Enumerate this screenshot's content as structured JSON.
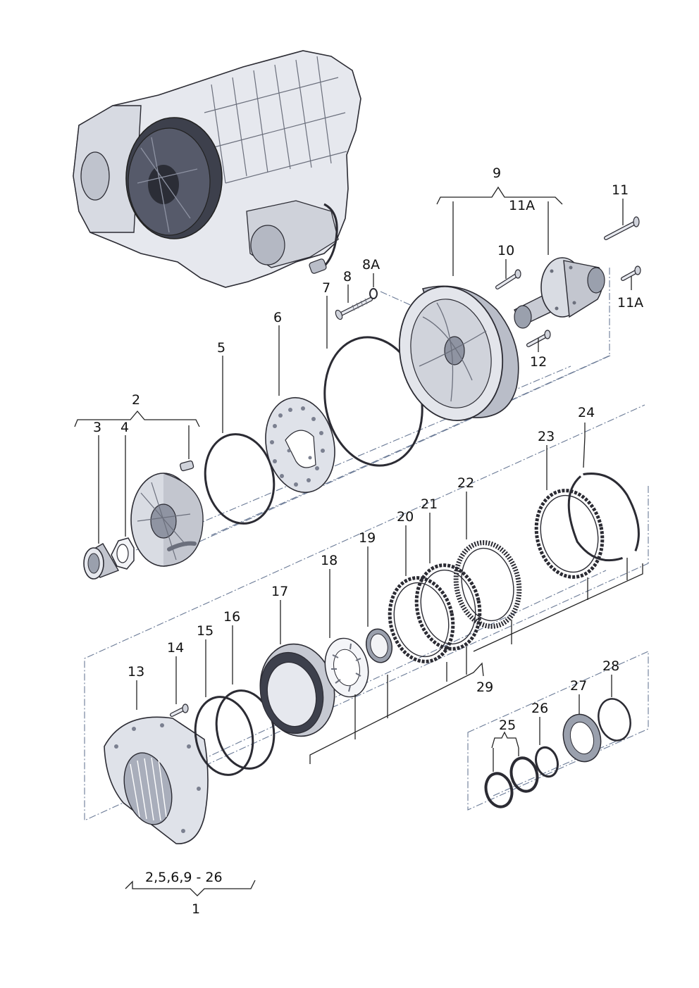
{
  "diagram": {
    "callouts": [
      {
        "id": "1",
        "label": "1"
      },
      {
        "id": "2",
        "label": "2"
      },
      {
        "id": "3",
        "label": "3"
      },
      {
        "id": "4",
        "label": "4"
      },
      {
        "id": "5",
        "label": "5"
      },
      {
        "id": "6",
        "label": "6"
      },
      {
        "id": "7",
        "label": "7"
      },
      {
        "id": "8",
        "label": "8"
      },
      {
        "id": "8A",
        "label": "8A"
      },
      {
        "id": "9",
        "label": "9"
      },
      {
        "id": "10",
        "label": "10"
      },
      {
        "id": "11",
        "label": "11"
      },
      {
        "id": "11A-top",
        "label": "11A"
      },
      {
        "id": "11A-right",
        "label": "11A"
      },
      {
        "id": "12",
        "label": "12"
      },
      {
        "id": "13",
        "label": "13"
      },
      {
        "id": "14",
        "label": "14"
      },
      {
        "id": "15",
        "label": "15"
      },
      {
        "id": "16",
        "label": "16"
      },
      {
        "id": "17",
        "label": "17"
      },
      {
        "id": "18",
        "label": "18"
      },
      {
        "id": "19",
        "label": "19"
      },
      {
        "id": "20",
        "label": "20"
      },
      {
        "id": "21",
        "label": "21"
      },
      {
        "id": "22",
        "label": "22"
      },
      {
        "id": "23",
        "label": "23"
      },
      {
        "id": "24",
        "label": "24"
      },
      {
        "id": "25",
        "label": "25"
      },
      {
        "id": "26",
        "label": "26"
      },
      {
        "id": "27",
        "label": "27"
      },
      {
        "id": "28",
        "label": "28"
      },
      {
        "id": "29",
        "label": "29"
      }
    ],
    "assembly_range": "2,5,6,9 - 26",
    "colors": {
      "housing": "#e6e8ee",
      "housing_shade": "#b9bdc8",
      "metal_dark": "#55586a",
      "ring_stroke": "#2b2b33",
      "seal_dark": "#2e3038"
    }
  }
}
